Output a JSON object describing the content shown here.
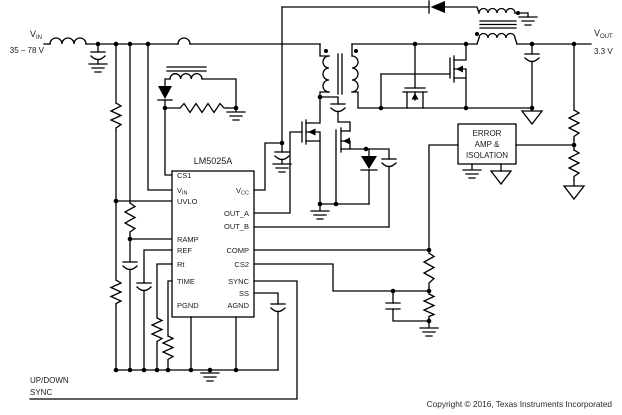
{
  "colors": {
    "wire": "#000000",
    "text": "#1a1a1a",
    "background": "#ffffff"
  },
  "labels": {
    "vin_main": "V",
    "vin_sub": "IN",
    "vin_range": "35 – 78 V",
    "vout_main": "V",
    "vout_sub": "OUT",
    "vout_value": "3.3 V",
    "sync_line1": "UP/DOWN",
    "sync_line2": "SYNC",
    "copyright": "Copyright © 2016, Texas Instruments Incorporated"
  },
  "ic": {
    "part_number": "LM5025A",
    "pins_left": {
      "cs1": "CS1",
      "vin_main": "V",
      "vin_sub": "IN",
      "uvlo": "UVLO",
      "ramp": "RAMP",
      "ref": "REF",
      "rt": "Rt",
      "time": "TIME",
      "pgnd": "PGND"
    },
    "pins_right": {
      "vcc_main": "V",
      "vcc_sub": "CC",
      "out_a": "OUT_A",
      "out_b": "OUT_B",
      "comp": "COMP",
      "cs2": "CS2",
      "sync": "SYNC",
      "ss": "SS",
      "agnd": "AGND"
    }
  },
  "error_amp": {
    "line1": "ERROR",
    "line2": "AMP &",
    "line3": "ISOLATION"
  }
}
